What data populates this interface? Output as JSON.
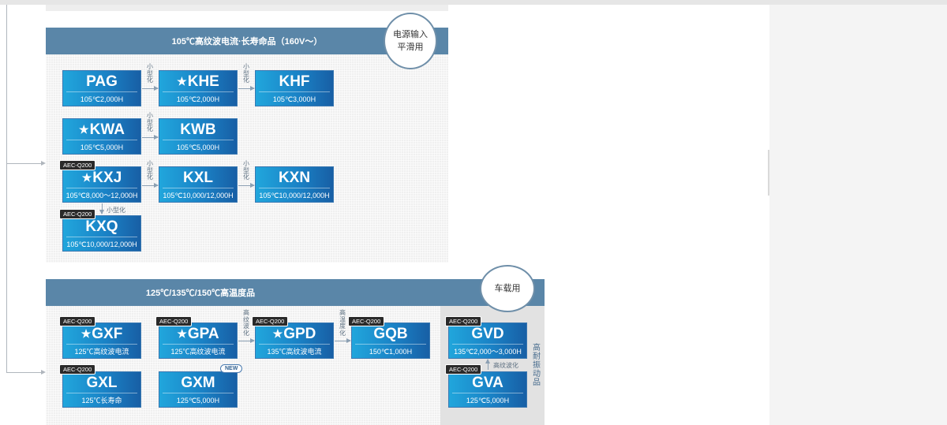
{
  "section1": {
    "header": "105℃高纹波电流·长寿命品（160V～）",
    "circle": "电源输入\n平滑用",
    "series": {
      "pag": {
        "name": "PAG",
        "spec": "105℃2,000H"
      },
      "khe": {
        "name": "KHE",
        "spec": "105℃2,000H",
        "star": "★"
      },
      "khf": {
        "name": "KHF",
        "spec": "105℃3,000H"
      },
      "kwa": {
        "name": "KWA",
        "spec": "105℃5,000H",
        "star": "★"
      },
      "kwb": {
        "name": "KWB",
        "spec": "105℃5,000H"
      },
      "kxj": {
        "name": "KXJ",
        "spec": "105℃8,000～12,000H",
        "star": "★",
        "badge": "AEC-Q200"
      },
      "kxl": {
        "name": "KXL",
        "spec": "105℃10,000/12,000H"
      },
      "kxn": {
        "name": "KXN",
        "spec": "105℃10,000/12,000H"
      },
      "kxq": {
        "name": "KXQ",
        "spec": "105℃10,000/12,000H",
        "badge": "AEC-Q200"
      }
    },
    "label_miniaturize": "小型化"
  },
  "section2": {
    "header": "125℃/135℃/150℃高温度品",
    "circle": "车载用",
    "series": {
      "gxf": {
        "name": "GXF",
        "spec": "125℃高纹波电流",
        "star": "★",
        "badge": "AEC-Q200"
      },
      "gpa": {
        "name": "GPA",
        "spec": "125℃高纹波电流",
        "star": "★",
        "badge": "AEC-Q200"
      },
      "gpd": {
        "name": "GPD",
        "spec": "135℃高纹波电流",
        "star": "★",
        "badge": "AEC-Q200"
      },
      "gqb": {
        "name": "GQB",
        "spec": "150℃1,000H",
        "badge": "AEC-Q200"
      },
      "gvd": {
        "name": "GVD",
        "spec": "135℃2,000～3,000H",
        "badge": "AEC-Q200"
      },
      "gxl": {
        "name": "GXL",
        "spec": "125℃长寿命",
        "badge": "AEC-Q200"
      },
      "gxm": {
        "name": "GXM",
        "spec": "125℃5,000H",
        "new": "NEW"
      },
      "gva": {
        "name": "GVA",
        "spec": "125℃5,000H",
        "badge": "AEC-Q200"
      }
    },
    "label_high_ripple": "高纹波化",
    "label_high_temp": "高温度化",
    "label_vibration": "高耐振动品"
  }
}
